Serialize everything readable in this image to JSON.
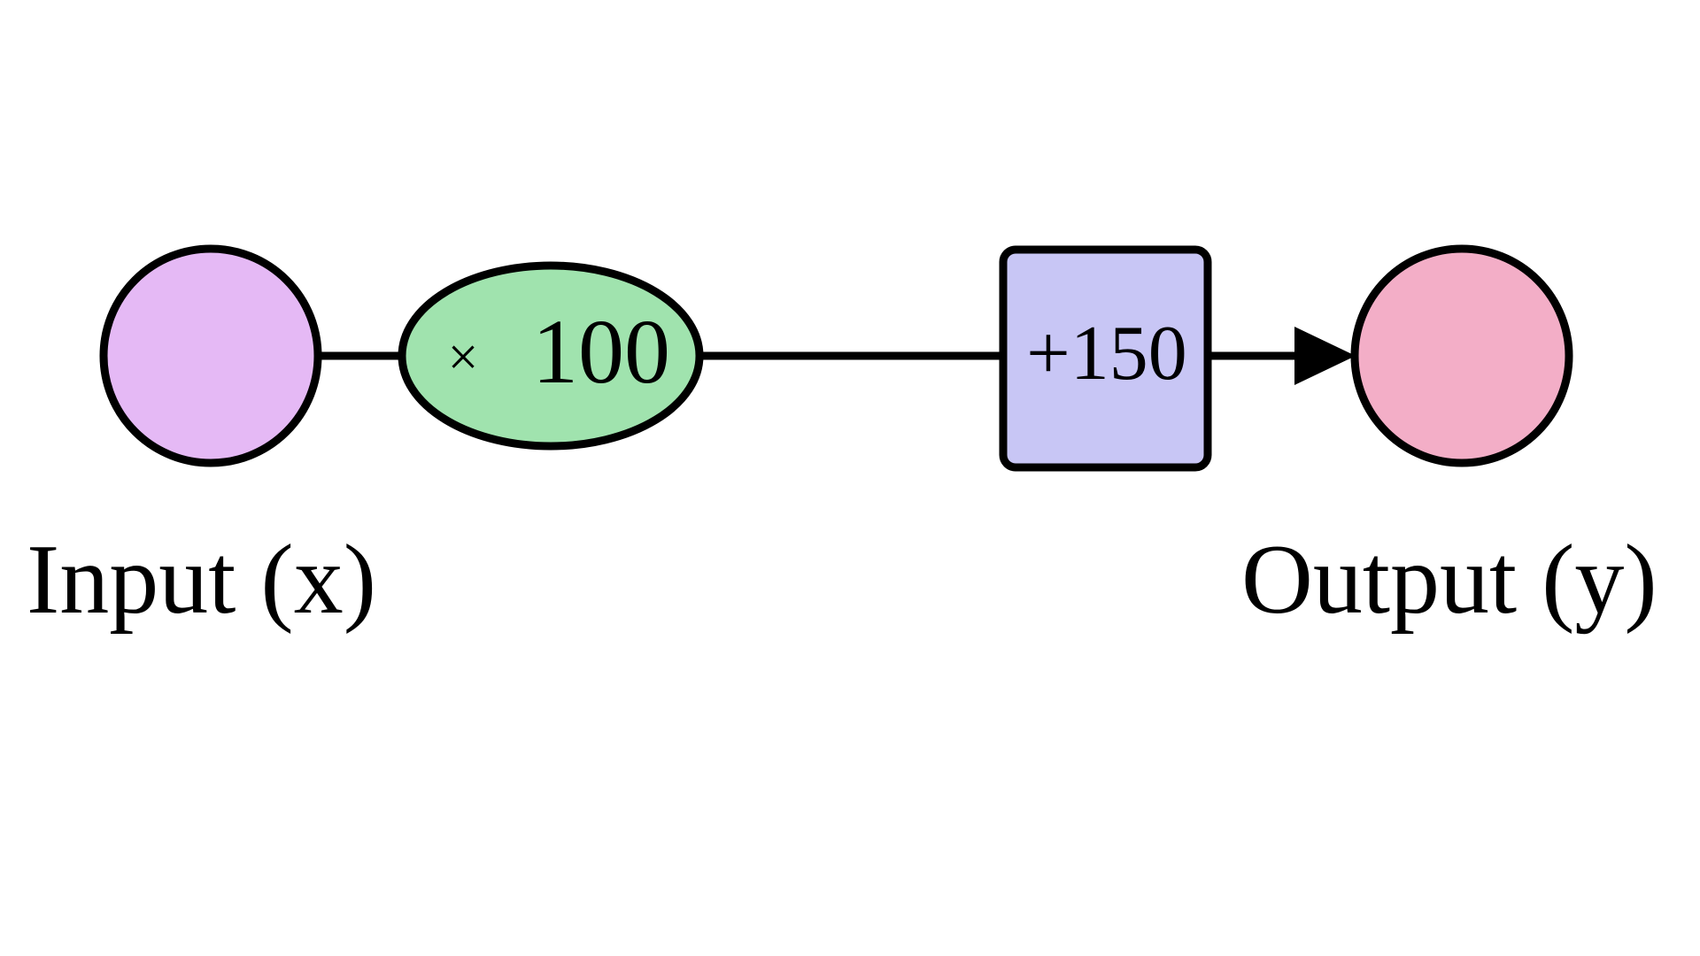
{
  "diagram": {
    "type": "flow-diagram",
    "title": "",
    "background_color": "#ffffff",
    "stroke_color": "#000000",
    "nodes": [
      {
        "id": "input",
        "shape": "circle",
        "label": "",
        "fill": "#E5B9F5",
        "caption": "Input (x)"
      },
      {
        "id": "multiply",
        "shape": "ellipse",
        "operator": "×",
        "value": "100",
        "label": "× 100",
        "fill": "#A0E3AE",
        "caption": ""
      },
      {
        "id": "add",
        "shape": "rounded-rectangle",
        "label": "+150",
        "fill": "#C8C6F5",
        "caption": ""
      },
      {
        "id": "output",
        "shape": "circle",
        "label": "",
        "fill": "#F3AEC7",
        "caption": "Output (y)"
      }
    ],
    "edges": [
      {
        "from": "input",
        "to": "multiply",
        "arrow": false
      },
      {
        "from": "multiply",
        "to": "add",
        "arrow": false
      },
      {
        "from": "add",
        "to": "output",
        "arrow": true
      }
    ],
    "captions": {
      "input": "Input (x)",
      "output": "Output (y)"
    }
  }
}
